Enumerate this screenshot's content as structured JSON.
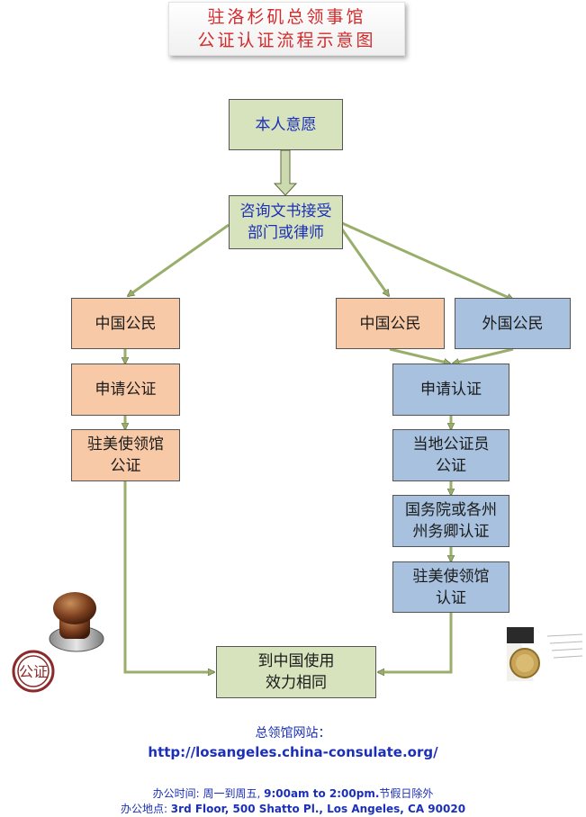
{
  "title": {
    "line1": "驻洛杉矶总领事馆",
    "line2": "公证认证流程示意图"
  },
  "nodes": {
    "intent": {
      "lines": [
        "本人意愿"
      ]
    },
    "consult": {
      "lines": [
        "咨询文书接受",
        "部门或律师"
      ]
    },
    "cn_citizen_left": {
      "lines": [
        "中国公民"
      ]
    },
    "apply_notary": {
      "lines": [
        "申请公证"
      ]
    },
    "embassy_notary": {
      "lines": [
        "驻美使领馆",
        "公证"
      ]
    },
    "cn_citizen_right": {
      "lines": [
        "中国公民"
      ]
    },
    "foreign_citizen": {
      "lines": [
        "外国公民"
      ]
    },
    "apply_auth": {
      "lines": [
        "申请认证"
      ]
    },
    "local_notary": {
      "lines": [
        "当地公证员",
        "公证"
      ]
    },
    "state_auth": {
      "lines": [
        "国务院或各州",
        "州务卿认证"
      ]
    },
    "embassy_auth": {
      "lines": [
        "驻美使领馆",
        "认证"
      ]
    },
    "use_in_china": {
      "lines": [
        "到中国使用",
        "效力相同"
      ]
    }
  },
  "seal": {
    "text": "公证"
  },
  "footer": {
    "website_label": "总领馆网站：",
    "website_url": "http://losangeles.china-consulate.org/",
    "hours_label": "办公时间: 周一到周五, ",
    "hours_value": "9:00am to 2:00pm.",
    "hours_note": "节假日除外",
    "address_label": "办公地点: ",
    "address_value": "3rd Floor, 500 Shatto Pl.,  Los Angeles, CA 90020"
  },
  "colors": {
    "green": "#d7e3bd",
    "orange": "#f8c9a6",
    "blue": "#a7c1de",
    "title_red": "#d42a2a",
    "link_blue": "#1b2fb8"
  }
}
